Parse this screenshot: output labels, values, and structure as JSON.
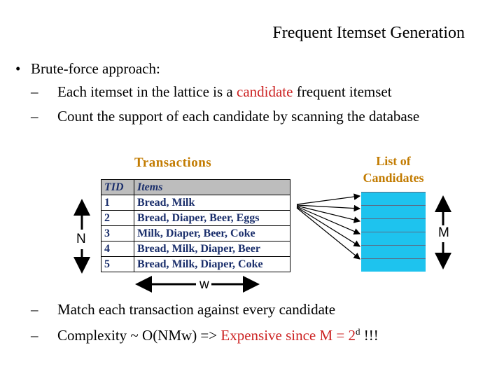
{
  "title": "Frequent Itemset Generation",
  "bullet": {
    "marker": "•",
    "text": "Brute-force approach:"
  },
  "subs": {
    "s1": {
      "dash": "–",
      "before": "Each itemset in the lattice is a ",
      "red": "candidate",
      "after": " frequent itemset"
    },
    "s2": {
      "dash": "–",
      "text": "Count the support of each candidate by scanning the database"
    },
    "s3": {
      "dash": "–",
      "text": "Match each transaction against every candidate"
    },
    "s4": {
      "dash": "–",
      "before": "Complexity ~ O(NMw) => ",
      "red": "Expensive since M = 2",
      "sup": "d",
      "after": " !!!"
    }
  },
  "figure": {
    "transactions_title": "Transactions",
    "candidates_title_1": "List of",
    "candidates_title_2": "Candidates",
    "header": {
      "tid": "TID",
      "items": "Items"
    },
    "rows": [
      {
        "tid": "1",
        "items": "Bread, Milk"
      },
      {
        "tid": "2",
        "items": "Bread, Diaper, Beer, Eggs"
      },
      {
        "tid": "3",
        "items": "Milk, Diaper, Beer, Coke"
      },
      {
        "tid": "4",
        "items": "Bread, Milk, Diaper, Beer"
      },
      {
        "tid": "5",
        "items": "Bread, Milk, Diaper, Coke"
      }
    ],
    "labels": {
      "n": "N",
      "m": "M",
      "w": "w"
    },
    "candidate_count": 6
  },
  "colors": {
    "red": "#cc2222",
    "orange": "#c27b00",
    "table_text": "#1a2e6b",
    "candidate": "#1ec3ee"
  }
}
